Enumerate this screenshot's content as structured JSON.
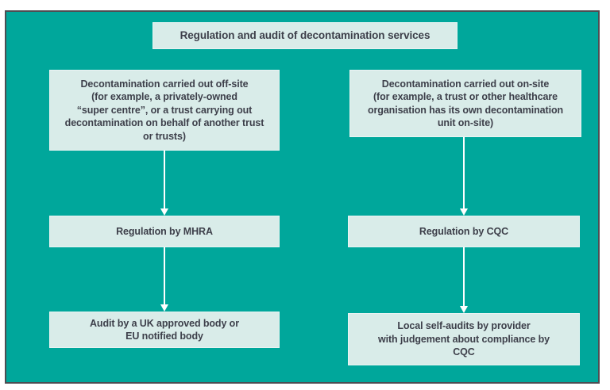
{
  "colors": {
    "diagram_background": "#00a79b",
    "box_fill": "#d9ece9",
    "text": "#3d3f4a",
    "frame_border": "#4d4e53",
    "arrow": "#ffffff"
  },
  "diagram": {
    "title": "Regulation and audit of decontamination services",
    "columns": [
      {
        "name": "off-site",
        "top_box": {
          "heading": "Decontamination carried out off-site",
          "body_lines": [
            "(for example, a privately-owned",
            "“super centre”, or a trust carrying out",
            "decontamination on behalf of another trust",
            "or trusts)"
          ]
        },
        "middle_box": {
          "label": "Regulation by MHRA"
        },
        "bottom_box": {
          "lines": [
            "Audit by a UK approved body or",
            "EU notified body"
          ]
        }
      },
      {
        "name": "on-site",
        "top_box": {
          "heading": "Decontamination carried out on-site",
          "body_lines": [
            "(for example, a trust or other healthcare",
            "organisation has its own decontamination",
            "unit on-site)"
          ]
        },
        "middle_box": {
          "label": "Regulation by CQC"
        },
        "bottom_box": {
          "lines": [
            "Local self-audits by provider",
            "with judgement about compliance by",
            "CQC"
          ]
        }
      }
    ]
  }
}
